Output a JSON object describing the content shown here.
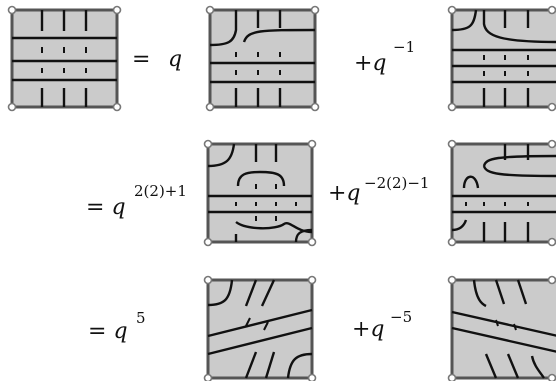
{
  "equation": {
    "row1": {
      "eq": "=",
      "coef_base": "q",
      "plus_base": "+q",
      "plus_sup": "−1"
    },
    "row2": {
      "eq_base": "= q",
      "eq_sup": "2(2)+1",
      "plus_base": "+q",
      "plus_sup": "−2(2)−1"
    },
    "row3": {
      "eq_base": "= q",
      "eq_sup": "5",
      "plus_base": "+q",
      "plus_sup": "−5"
    }
  },
  "colors": {
    "tile_fill": "#cbcbcb",
    "tile_stroke": "#555555",
    "curve": "#111111",
    "corner": "#777777"
  }
}
